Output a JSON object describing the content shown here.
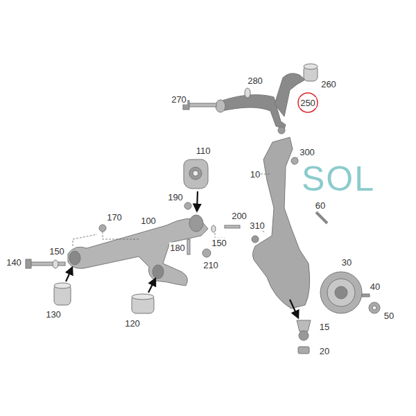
{
  "diagram": {
    "labels": [
      "280",
      "260",
      "270",
      "250",
      "110",
      "300",
      "10",
      "190",
      "60",
      "170",
      "200",
      "100",
      "310",
      "150",
      "150",
      "180",
      "210",
      "140",
      "30",
      "40",
      "130",
      "50",
      "120",
      "15",
      "20",
      "SOL"
    ]
  }
}
